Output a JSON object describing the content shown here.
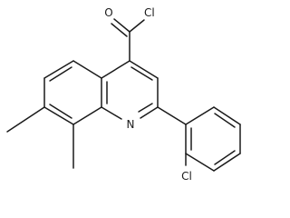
{
  "molecule": {
    "labels": {
      "oxygen": "O",
      "acyl_chlorine": "Cl",
      "nitrogen": "N",
      "aryl_chlorine": "Cl"
    }
  }
}
